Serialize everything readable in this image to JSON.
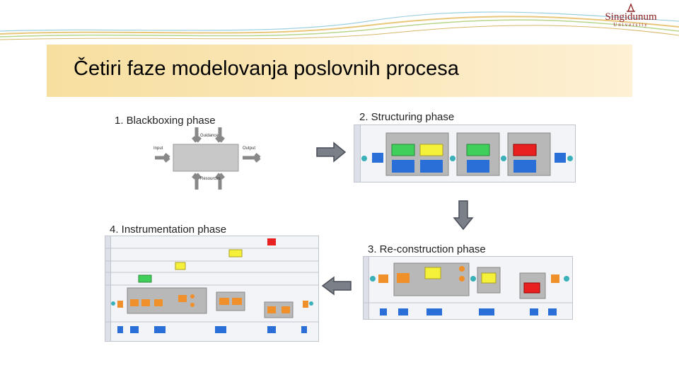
{
  "title": "Četiri faze modelovanja poslovnih procesa",
  "logo": {
    "name": "Singidunum",
    "sub": "University"
  },
  "phases": [
    {
      "label": "1. Blackboxing phase"
    },
    {
      "label": "2. Structuring phase"
    },
    {
      "label": "3. Re-construction phase"
    },
    {
      "label": "4. Instrumentation phase"
    }
  ],
  "blackbox": {
    "input": "Input",
    "output": "Output",
    "guidance": "Guidance",
    "resources": "Resources"
  },
  "colors": {
    "title_band": "#f9e3ab",
    "task_orange": "#f0902a",
    "task_yellow": "#f5f03a",
    "task_green": "#3fcf5a",
    "task_red": "#e82020",
    "task_blue": "#2a6fd8",
    "event_teal": "#3ab0b8",
    "arrow_gray": "#7a7f88"
  },
  "icons": [
    "singidunum-logo",
    "arrow-right-icon",
    "arrow-down-icon",
    "arrow-left-icon"
  ]
}
